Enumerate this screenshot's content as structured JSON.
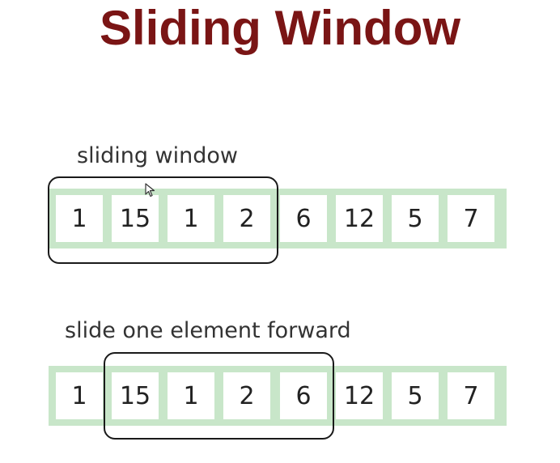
{
  "title": "Sliding Window",
  "rows": [
    {
      "label": "sliding window",
      "values": [
        "1",
        "15",
        "1",
        "2",
        "6",
        "12",
        "5",
        "7"
      ],
      "window_start_index": 0,
      "window_size": 4
    },
    {
      "label": "slide one element forward",
      "values": [
        "1",
        "15",
        "1",
        "2",
        "6",
        "12",
        "5",
        "7"
      ],
      "window_start_index": 1,
      "window_size": 4
    }
  ],
  "colors": {
    "title": "#7a1515",
    "array_border": "#c8e6c9",
    "window_border": "#1a1a1a"
  },
  "icons": {
    "cursor": "mouse-pointer-icon"
  }
}
